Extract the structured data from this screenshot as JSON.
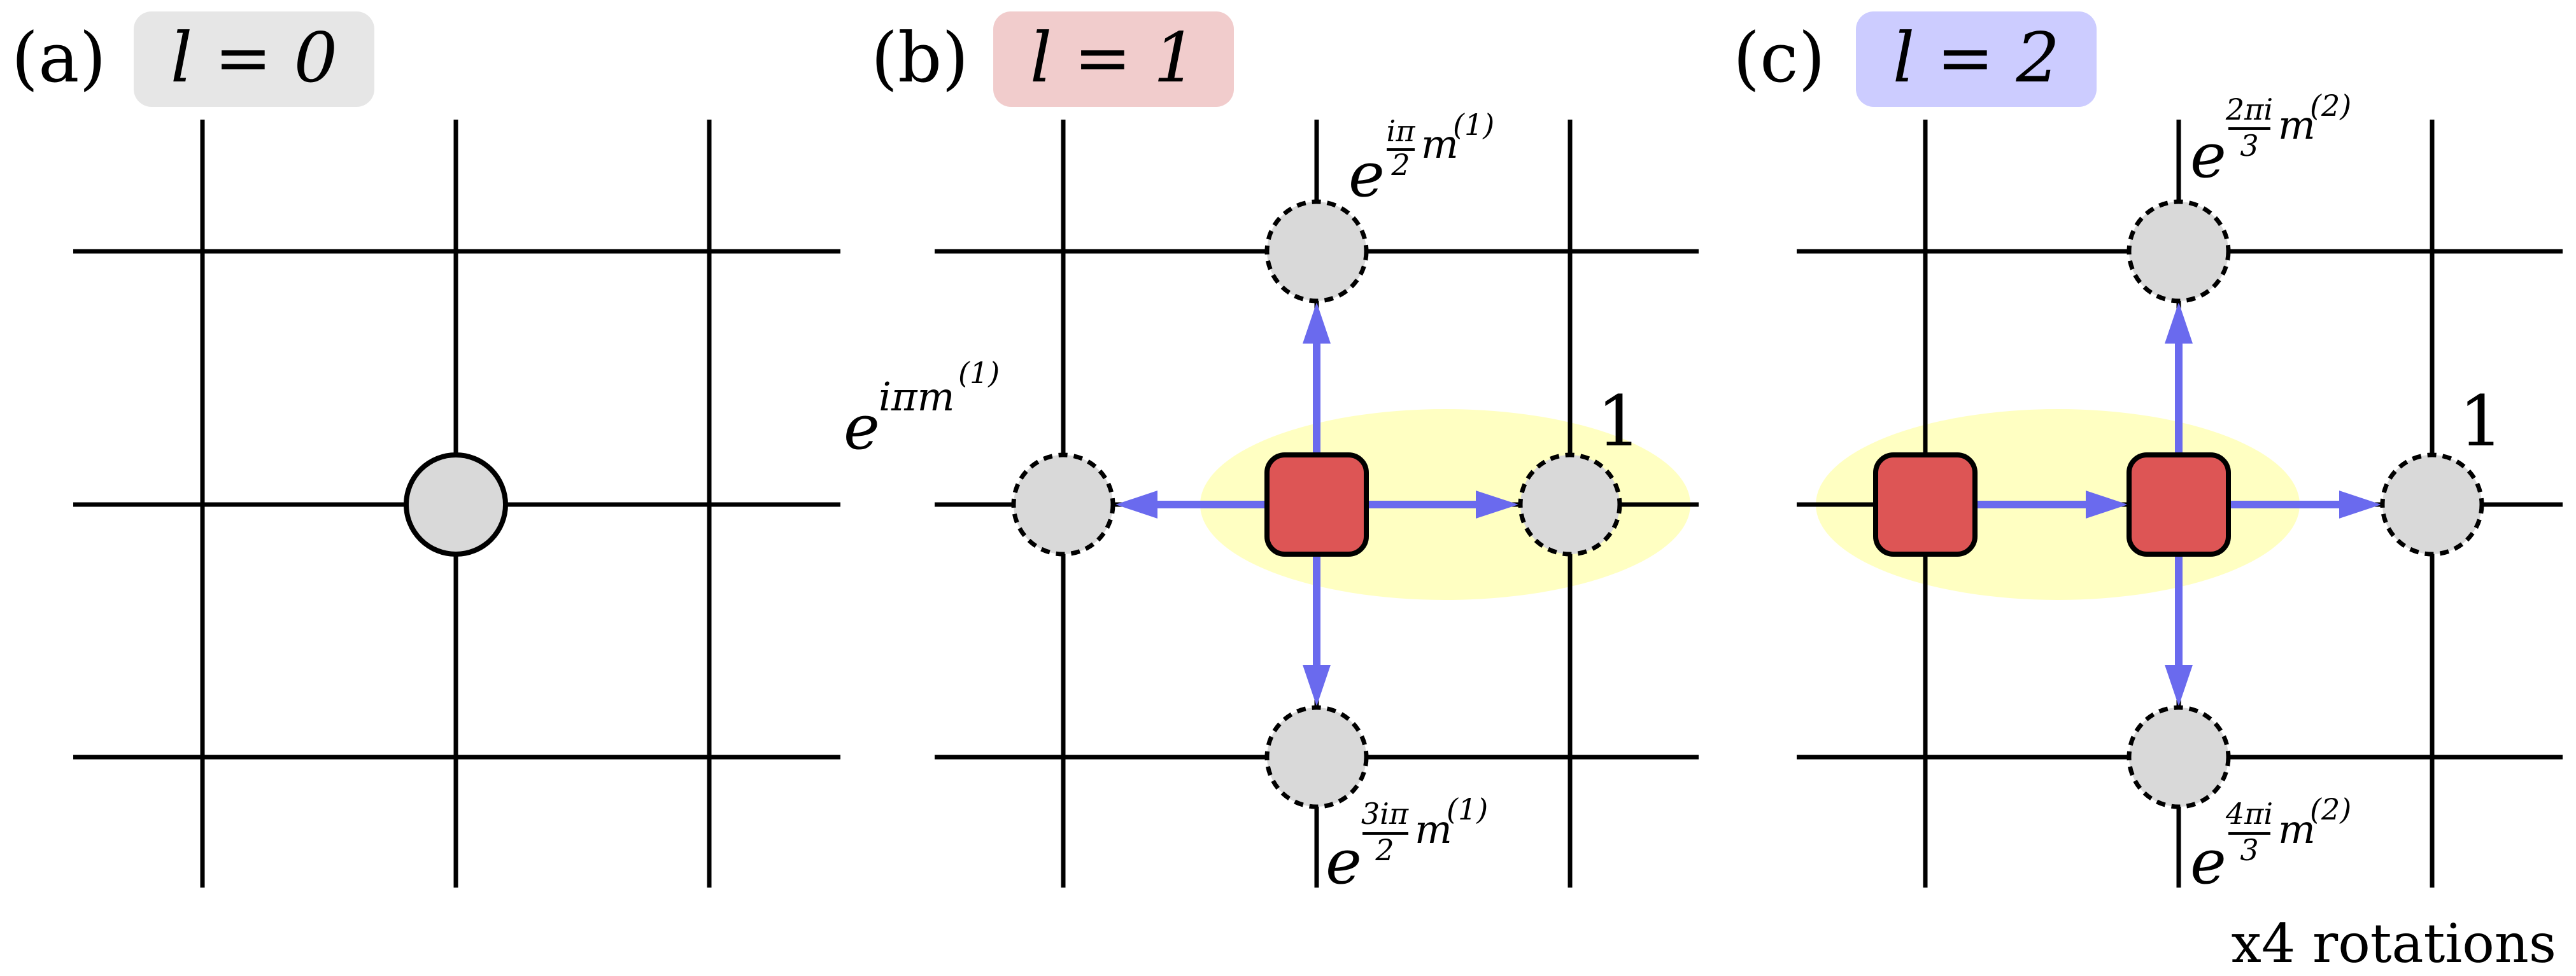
{
  "panels": [
    {
      "id": "a",
      "panel_label": "(a)",
      "l_label": "l = 0",
      "badge_color": "#e6e6e6"
    },
    {
      "id": "b",
      "panel_label": "(b)",
      "l_label": "l = 1",
      "badge_color": "#f1cccc",
      "phases": {
        "top": {
          "base": "e",
          "frac_num": "iπ",
          "frac_den": "2",
          "tail": "m",
          "sup": "(1)"
        },
        "left": {
          "base": "e",
          "exp": "iπm",
          "sup": "(1)"
        },
        "right": "1",
        "bottom": {
          "base": "e",
          "frac_num": "3iπ",
          "frac_den": "2",
          "tail": "m",
          "sup": "(1)"
        }
      }
    },
    {
      "id": "c",
      "panel_label": "(c)",
      "l_label": "l = 2",
      "badge_color": "#ccccff",
      "phases": {
        "top": {
          "base": "e",
          "frac_num": "2πi",
          "frac_den": "3",
          "tail": "m",
          "sup": "(2)"
        },
        "right": "1",
        "bottom": {
          "base": "e",
          "frac_num": "4πi",
          "frac_den": "3",
          "tail": "m",
          "sup": "(2)"
        }
      }
    }
  ],
  "caption": "x4 rotations",
  "colors": {
    "site_fill": "#d9d9d9",
    "square_fill": "#dd5555",
    "arrow": "#6a6aee",
    "halo": "#ffffc2"
  }
}
